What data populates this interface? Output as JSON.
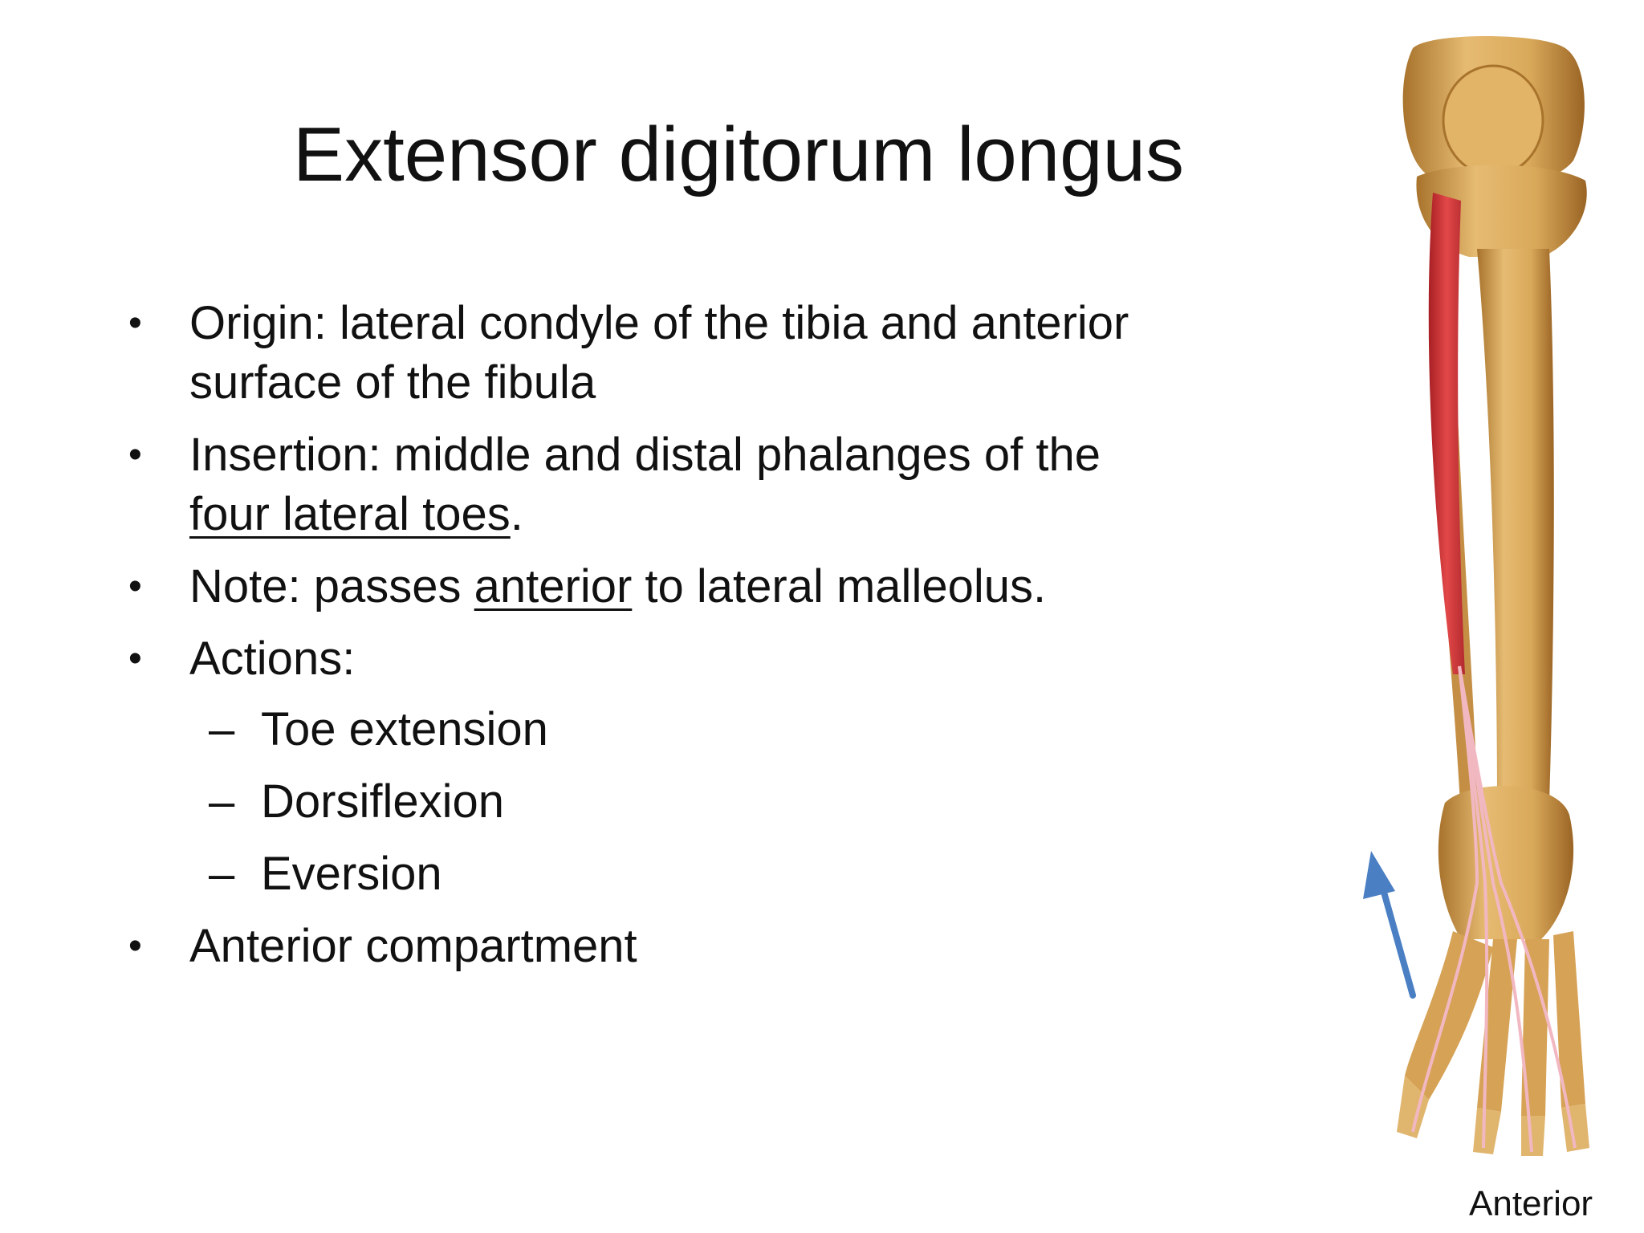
{
  "slide": {
    "title": "Extensor digitorum longus",
    "bullets": {
      "origin": {
        "text": "Origin:  lateral condyle of the tibia and anterior surface of the fibula"
      },
      "insertion": {
        "prefix": "Insertion:  middle and distal phalanges of the ",
        "underlined": "four lateral toes",
        "suffix": "."
      },
      "note": {
        "prefix": "Note: passes ",
        "underlined": "anterior",
        "suffix": " to lateral malleolus."
      },
      "actions": {
        "label": "Actions:",
        "items": [
          "Toe extension",
          "Dorsiflexion",
          "Eversion"
        ]
      },
      "compartment": {
        "text": "Anterior compartment"
      }
    },
    "bullet_glyph": "•",
    "dash_glyph": "–"
  },
  "figure": {
    "caption": "Anterior",
    "colors": {
      "bone": "#d9a95a",
      "bone_shadow": "#a8732c",
      "muscle": "#d83a3a",
      "tendon": "#f2b8c2",
      "arrow": "#4a7fc4"
    }
  }
}
